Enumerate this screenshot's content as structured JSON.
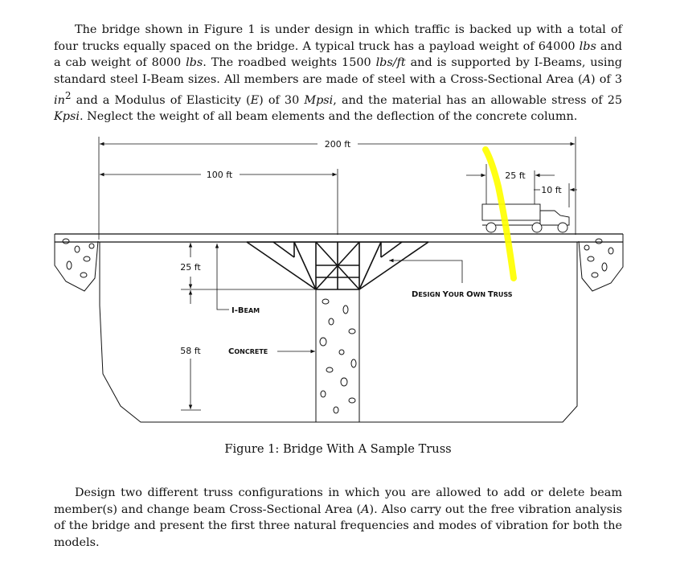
{
  "problem": {
    "intro": {
      "t1": "The bridge shown in Figure 1 is under design in which traffic is backed up with a total of four trucks equally spaced on the bridge. A typical truck has a payload weight of 64000 ",
      "u1": "lbs",
      "t2": " and a cab weight of 8000 ",
      "u2": "lbs",
      "t3": ". The roadbed weights 1500 ",
      "u3": "lbs/ft",
      "t4": " and is supported by I-Beams, using standard steel I-Beam sizes. All members are made of steel with a Cross-Sectional Area (",
      "v1": "A",
      "t5": ") of 3 ",
      "u4": "in",
      "sup": "2",
      "t6": " and a Modulus of Elasticity (",
      "v2": "E",
      "t7": ") of 30 ",
      "u5": "Mpsi",
      "t8": ", and the material has an allowable stress of 25 ",
      "u6": "Kpsi",
      "t9": ". Neglect the weight of all beam elements and the deflection of the concrete column."
    },
    "task": {
      "t1": "Design two different truss configurations in which you are allowed to add or delete beam member(s) and change beam Cross-Sectional Area (",
      "v1": "A",
      "t2": "). Also carry out the free vibration analysis of the bridge and present the first three natural frequencies and modes of vibration for both the models."
    }
  },
  "figure": {
    "caption": "Figure 1: Bridge With A Sample Truss",
    "dims": {
      "total_span": "200 ft",
      "half_span": "100 ft",
      "truck_len": "25 ft",
      "truck_gap": "10 ft",
      "truss_h": "25 ft",
      "concrete_h": "58 ft"
    },
    "labels": {
      "ibeam_1": "I-B",
      "ibeam_2": "EAM",
      "concrete_1": "C",
      "concrete_2": "ONCRETE",
      "truss_1": "D",
      "truss_2": "ESIGN ",
      "truss_3": "Y",
      "truss_4": "OUR ",
      "truss_5": "O",
      "truss_6": "WN ",
      "truss_7": "T",
      "truss_8": "RUSS"
    },
    "highlight_color": "#ffff00"
  }
}
